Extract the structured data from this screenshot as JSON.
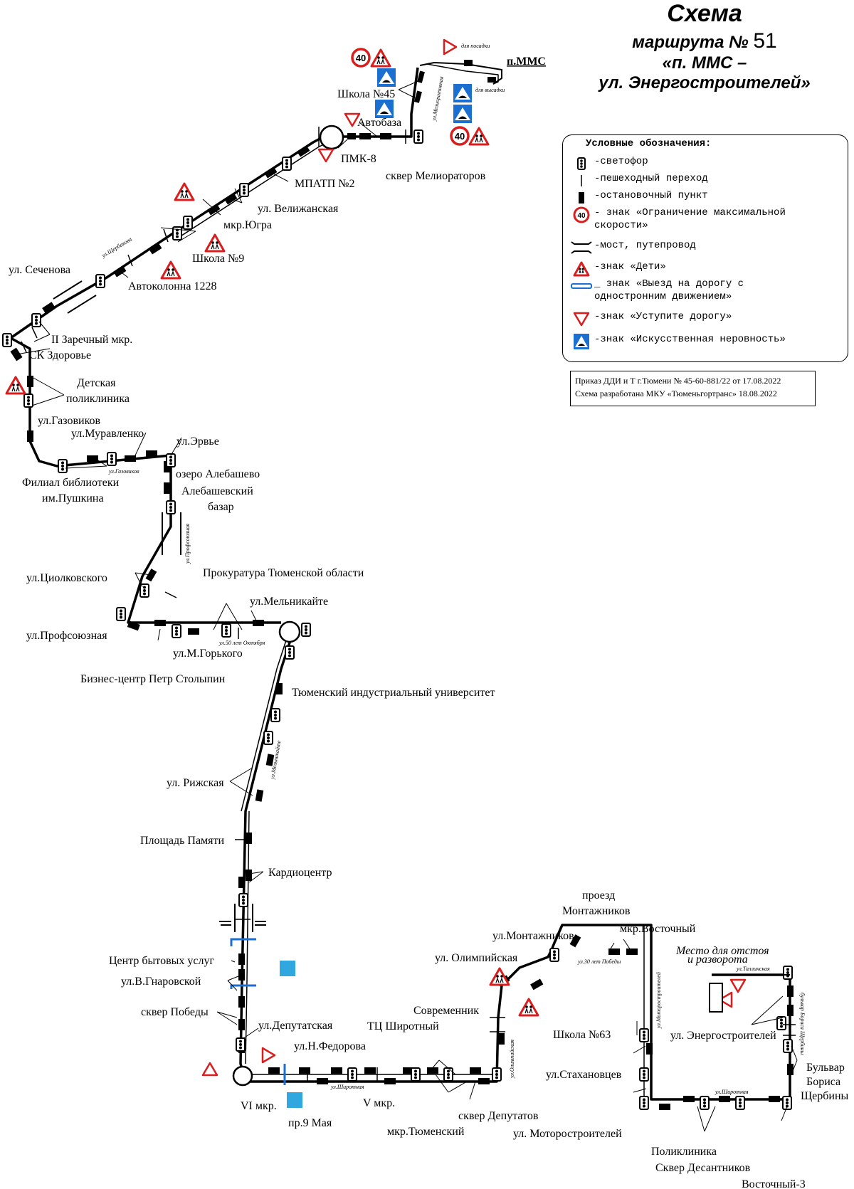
{
  "title": {
    "line1": "Схема",
    "line2_prefix": "маршрута №",
    "line2_number": "51",
    "line3": "«п. ММС –",
    "line4": "ул. Энергостроителей»"
  },
  "legend": {
    "header": "Условные обозначения:",
    "items": [
      {
        "icon": "traffic-light-icon",
        "text": "-светофор"
      },
      {
        "icon": "crosswalk-icon",
        "text": "-пешеходный переход"
      },
      {
        "icon": "bus-stop-icon",
        "text": "-остановочный пункт"
      },
      {
        "icon": "speed-limit-icon",
        "text": "- знак «Ограничение максимальной скорости»",
        "sign_value": "40"
      },
      {
        "icon": "bridge-icon",
        "text": "-мост, путепровод"
      },
      {
        "icon": "children-sign-icon",
        "text": "-знак «Дети»"
      },
      {
        "icon": "one-way-exit-icon",
        "text": "_ знак «Выезд на дорогу с одностронним движением»"
      },
      {
        "icon": "yield-sign-icon",
        "text": "-знак «Уступите дорогу»"
      },
      {
        "icon": "speed-bump-sign-icon",
        "text": "-знак «Искусственная неровность»"
      }
    ]
  },
  "order_note": {
    "line1": "Приказ ДДИ и Т г.Тюмени № 45-60-881/22 от 17.08.2022",
    "line2": "Схема разработана МКУ «Тюменьгортранс» 18.08.2022"
  },
  "labels": {
    "mms": "п.ММС",
    "for_boarding": "для посадки",
    "for_alighting": "для высадки",
    "school45": "Школа №45",
    "avtobaza": "Автобаза",
    "pmk8": "ПМК-8",
    "skver_melior": "сквер Мелиораторов",
    "mpatp2": "МПАТП №2",
    "velizhanskaya": "ул. Велижанская",
    "ugra": "мкр.Югра",
    "school9": "Школа №9",
    "avtokolonna": "Автоколонна 1228",
    "sechenova": "ул. Сеченова",
    "zarechny": "II Заречный мкр.",
    "sk_zdorovye": "СК Здоровье",
    "det_poliklinika1": "Детская",
    "det_poliklinika2": "поликлиника",
    "gazovikov": "ул.Газовиков",
    "muravlenko": "ул.Муравленко",
    "ervie": "ул.Эрвье",
    "filial1": "Филиал библиотеки",
    "filial2": "им.Пушкина",
    "alebashevo": "озеро Алебашево",
    "bazar1": "Алебашевский",
    "bazar2": "базар",
    "tsiolkovskogo": "ул.Циолковского",
    "profsoyuznaya": "ул.Профсоюзная",
    "prokuratura": "Прокуратура Тюменской области",
    "melnikayte": "ул.Мельникайте",
    "gorkogo": "ул.М.Горького",
    "stolypin": "Бизнес-центр Петр Столыпин",
    "university": "Тюменский индустриальный университет",
    "rizhskaya": "ул. Рижская",
    "pamyati": "Площадь Памяти",
    "kardiocentr": "Кардиоцентр",
    "bytovyh": "Центр бытовых услуг",
    "gnarovskoy": "ул.В.Гнаровской",
    "skver_pobedy": "сквер Победы",
    "deputatskaya": "ул.Депутатская",
    "fedorova": "ул.Н.Федорова",
    "tc_shirotny": "ТЦ Широтный",
    "sovremennik": "Современник",
    "olimpiyskaya": "ул. Олимпийская",
    "montazhnikov": "ул.Монтажников",
    "proezd1": "проезд",
    "proezd2": "Монтажников",
    "vostochny": "мкр.Восточный",
    "school63": "Школа №63",
    "stahanovtsev": "ул.Стахановцев",
    "motorostroiteley": "ул. Моторостроителей",
    "vi_mkr": "VI мкр.",
    "pr9maya": "пр.9 Мая",
    "v_mkr": "V мкр.",
    "tyumensky": "мкр.Тюменский",
    "skver_deputatov": "сквер Депутатов",
    "poliklinika": "Поликлиника",
    "skver_desantnikov": "Сквер Десантников",
    "vostochny3": "Восточный-3",
    "energostroiteley": "ул. Энергостроителей",
    "bulvar1": "Бульвар",
    "bulvar2": "Бориса",
    "bulvar3": "Щербины",
    "otstoy1": "Место для отстоя",
    "otstoy2": "и разворота"
  },
  "street_captions": {
    "meliorativnaya": "ул.Мелиоративная",
    "scherbakova": "ул.Щербакова",
    "gazovikov_small": "ул.Газовиков",
    "profsoyuznaya_small": "ул.Профсоюзная",
    "oktyabrya": "ул.50 лет Октября",
    "melnikayte_small": "ул.Мельникайте",
    "shirotnaya_small": "ул.Широтная",
    "olimpiyskaya_small": "ул.Олимпийская",
    "pobedy30": "ул.30 лет Победы",
    "motorostr_small": "ул.Моторостроителей",
    "shirotnaya_small2": "ул.Широтная",
    "tallinskaya": "ул.Таллинская",
    "scherbiny_small": "бульвар Бориса Щербины"
  },
  "speed_limit": "40",
  "colors": {
    "sign_red": "#d81e1e",
    "sign_blue": "#1a6fd0",
    "light_blue": "#31a7e0",
    "route": "#000000"
  }
}
